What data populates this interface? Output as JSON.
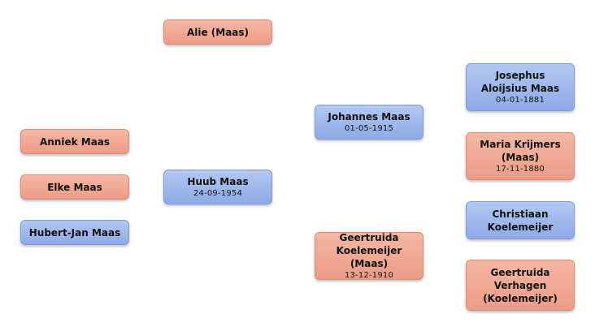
{
  "people": {
    "alie": {
      "name": "Alie (Maas)"
    },
    "anniek": {
      "name": "Anniek Maas"
    },
    "elke": {
      "name": "Elke Maas"
    },
    "hubert_jan": {
      "name": "Hubert-Jan Maas"
    },
    "huub": {
      "name": "Huub Maas",
      "date": "24-09-1954"
    },
    "johannes": {
      "name": "Johannes Maas",
      "date": "01-05-1915"
    },
    "geertruida_koelemeijer": {
      "name": "Geertruida Koelemeijer (Maas)",
      "date": "13-12-1910"
    },
    "josephus": {
      "name": "Josephus Aloijsius Maas",
      "date": "04-01-1881"
    },
    "maria": {
      "name": "Maria Krijmers (Maas)",
      "date": "17-11-1880"
    },
    "christiaan": {
      "name": "Christiaan Koelemeijer"
    },
    "geertruida_verhagen": {
      "name": "Geertruida Verhagen (Koelemeijer)"
    }
  },
  "colors": {
    "female": "#ec9c86",
    "male": "#8eaae6"
  }
}
